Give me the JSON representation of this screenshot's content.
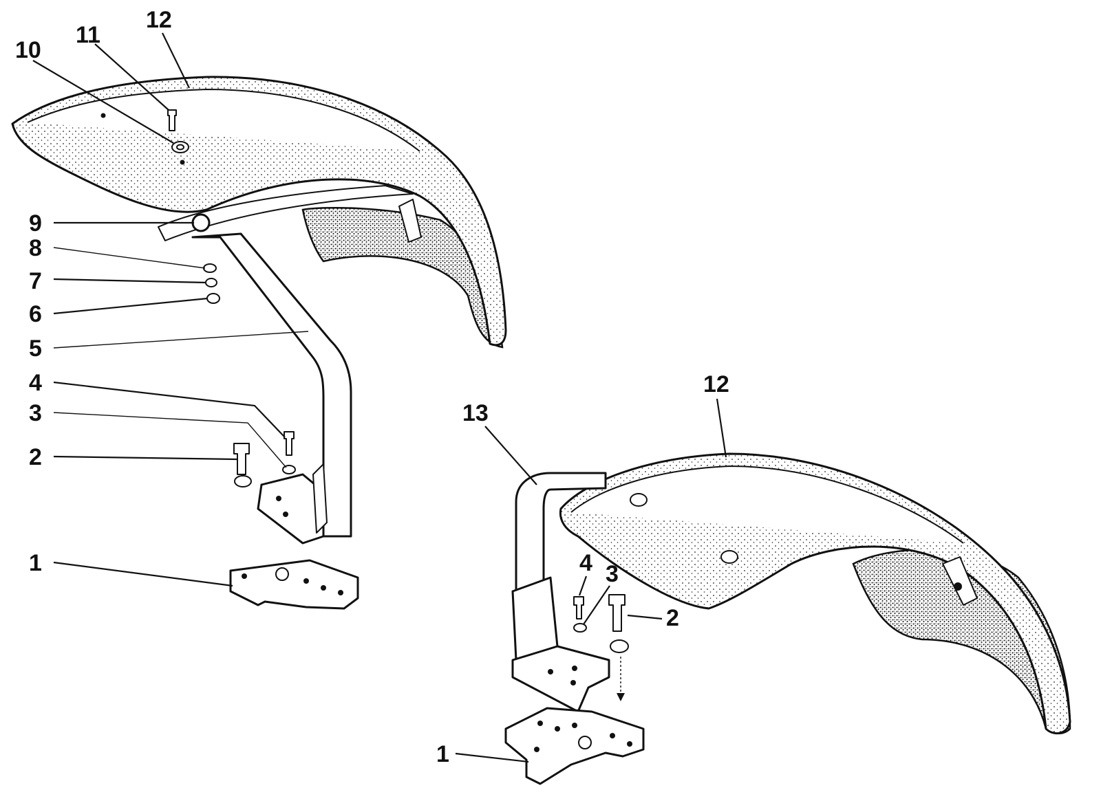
{
  "callouts": {
    "left": {
      "c1": "1",
      "c2": "2",
      "c3": "3",
      "c4": "4",
      "c5": "5",
      "c6": "6",
      "c7": "7",
      "c8": "8",
      "c9": "9",
      "c10": "10",
      "c11": "11",
      "c12": "12"
    },
    "right": {
      "c1": "1",
      "c2": "2",
      "c3": "3",
      "c4": "4",
      "c12": "12",
      "c13": "13"
    }
  }
}
